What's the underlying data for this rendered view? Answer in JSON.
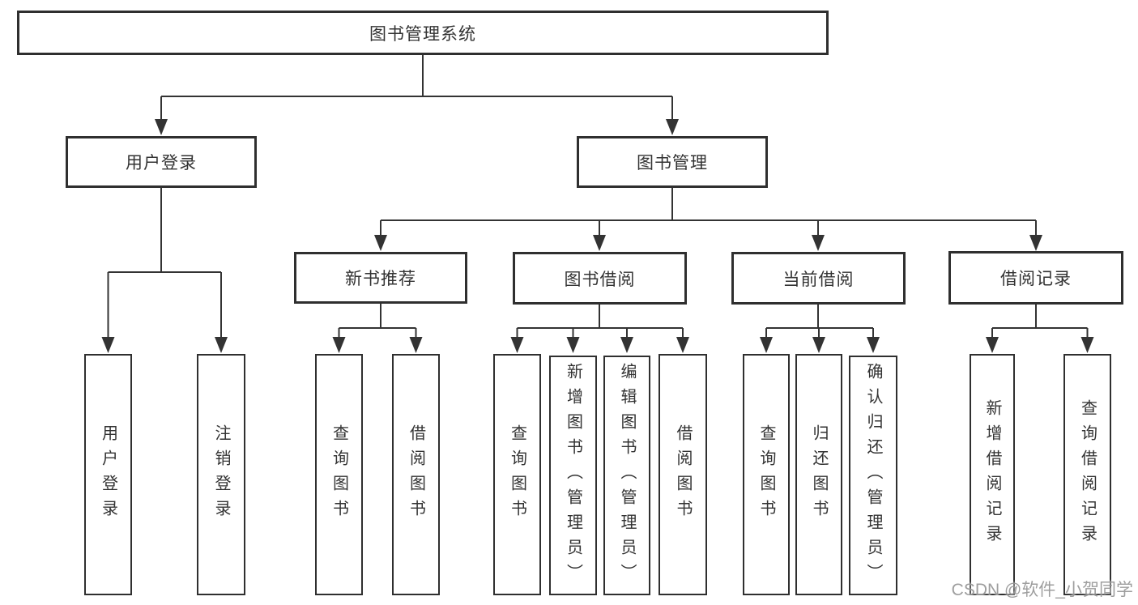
{
  "diagram": {
    "type": "hierarchy-flowchart",
    "nodes": {
      "root": "图书管理系统",
      "user_login": "用户登录",
      "book_management": "图书管理",
      "new_book_recommend": "新书推荐",
      "book_borrow": "图书借阅",
      "current_borrow": "当前借阅",
      "borrow_record": "借阅记录",
      "leaf_user_login": "用户登录",
      "leaf_logout": "注销登录",
      "leaf_query_book_1": "查询图书",
      "leaf_borrow_book_1": "借阅图书",
      "leaf_query_book_2": "查询图书",
      "leaf_add_book_admin": "新增图书（管理员）",
      "leaf_edit_book_admin": "编辑图书（管理员）",
      "leaf_borrow_book_2": "借阅图书",
      "leaf_query_book_3": "查询图书",
      "leaf_return_book": "归还图书",
      "leaf_confirm_return_admin": "确认归还（管理员）",
      "leaf_add_borrow_record": "新增借阅记录",
      "leaf_query_borrow_record": "查询借阅记录"
    },
    "edges": [
      [
        "图书管理系统",
        "用户登录"
      ],
      [
        "图书管理系统",
        "图书管理"
      ],
      [
        "用户登录",
        "用户登录(叶)"
      ],
      [
        "用户登录",
        "注销登录"
      ],
      [
        "图书管理",
        "新书推荐"
      ],
      [
        "图书管理",
        "图书借阅"
      ],
      [
        "图书管理",
        "当前借阅"
      ],
      [
        "图书管理",
        "借阅记录"
      ],
      [
        "新书推荐",
        "查询图书"
      ],
      [
        "新书推荐",
        "借阅图书"
      ],
      [
        "图书借阅",
        "查询图书"
      ],
      [
        "图书借阅",
        "新增图书（管理员）"
      ],
      [
        "图书借阅",
        "编辑图书（管理员）"
      ],
      [
        "图书借阅",
        "借阅图书"
      ],
      [
        "当前借阅",
        "查询图书"
      ],
      [
        "当前借阅",
        "归还图书"
      ],
      [
        "当前借阅",
        "确认归还（管理员）"
      ],
      [
        "借阅记录",
        "新增借阅记录"
      ],
      [
        "借阅记录",
        "查询借阅记录"
      ]
    ],
    "colors": {
      "line": "#333333",
      "border": "#2f2f2f",
      "text": "#333333",
      "background": "#ffffff",
      "watermark": "#969696"
    },
    "watermark": "CSDN @软件_小贺同学"
  }
}
